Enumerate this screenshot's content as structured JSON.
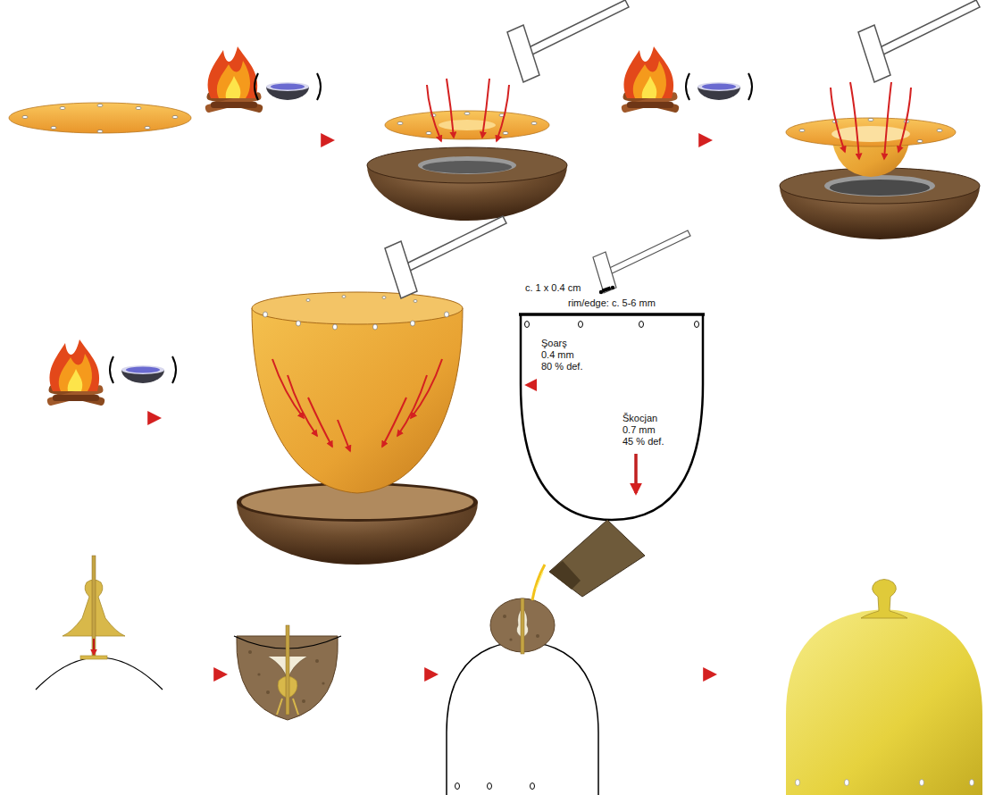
{
  "diagram": {
    "labels": [
      "c. 1 x 0.4 cm",
      "rim/edge: c. 5-6 mm",
      "Şoarş",
      "0.4 mm",
      "80 % def.",
      "Škocjan",
      "0.7 mm",
      "45 % def."
    ]
  }
}
